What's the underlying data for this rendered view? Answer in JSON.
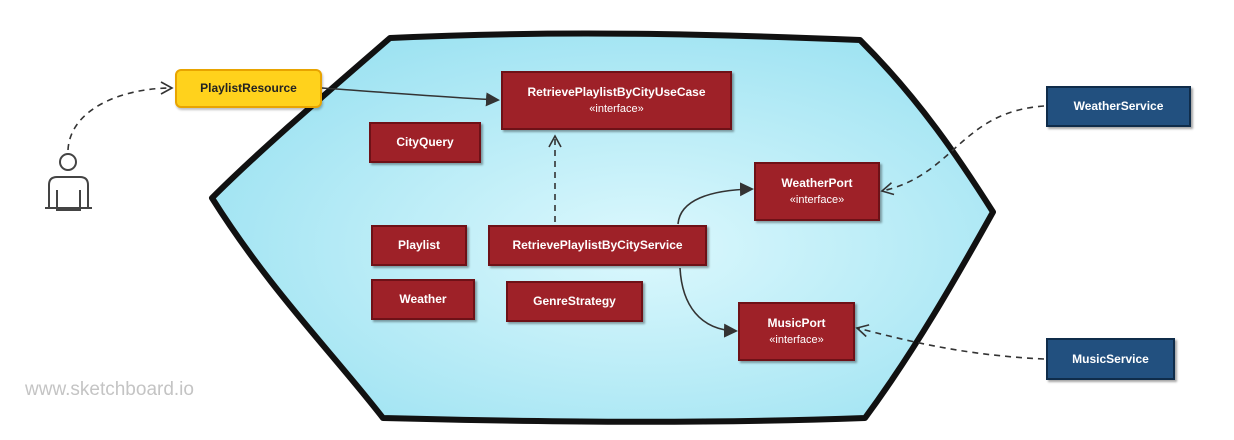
{
  "nodes": {
    "playlist_resource": "PlaylistResource",
    "use_case": {
      "name": "RetrievePlaylistByCityUseCase",
      "stereotype": "«interface»"
    },
    "city_query": "CityQuery",
    "weather_port": {
      "name": "WeatherPort",
      "stereotype": "«interface»"
    },
    "playlist": "Playlist",
    "service": "RetrievePlaylistByCityService",
    "weather": "Weather",
    "genre_strategy": "GenreStrategy",
    "music_port": {
      "name": "MusicPort",
      "stereotype": "«interface»"
    },
    "weather_service": "WeatherService",
    "music_service": "MusicService"
  },
  "watermark": "www.sketchboard.io",
  "colors": {
    "hexagon_fill": "#b6ecf6",
    "domain_box": "#9e2128",
    "adapter_box": "#22507f",
    "resource_box": "#ffd21c"
  }
}
